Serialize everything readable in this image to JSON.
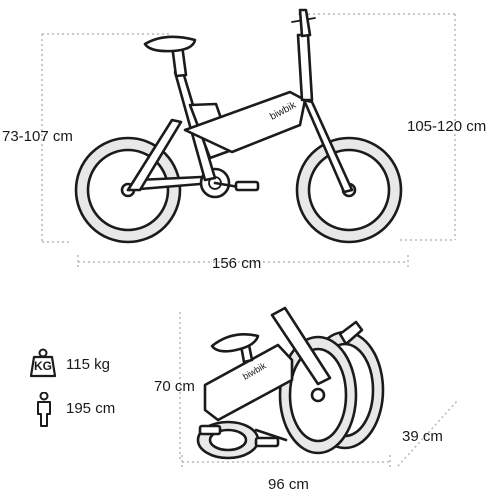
{
  "brand": "biwbik",
  "dimensions": {
    "saddle_height": "73-107 cm",
    "handlebar_height": "105-120 cm",
    "length": "156 cm",
    "folded_height": "70 cm",
    "folded_length": "96 cm",
    "folded_width": "39 cm"
  },
  "specs": {
    "max_load": "115 kg",
    "max_rider_height": "195 cm",
    "weight_icon_label": "KG"
  },
  "icons": [
    "weight-icon",
    "person-icon"
  ]
}
